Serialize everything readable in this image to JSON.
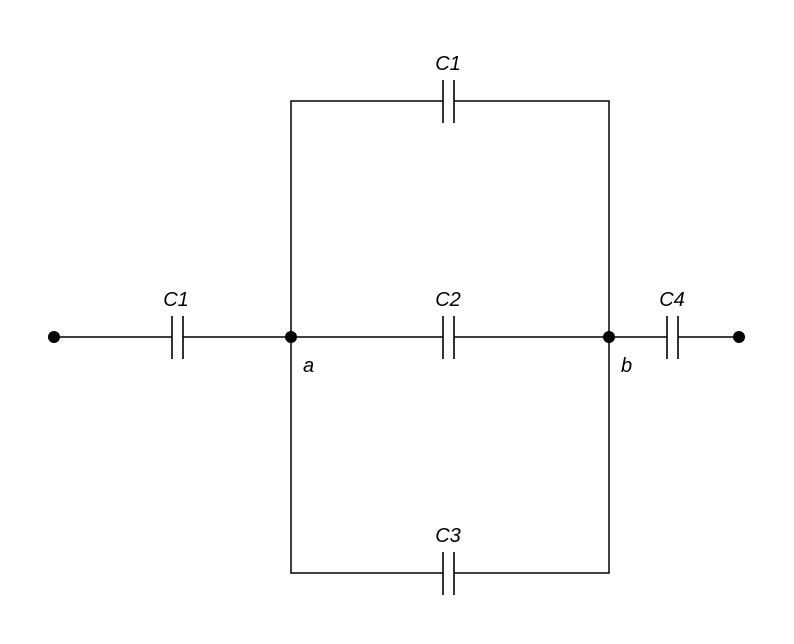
{
  "capacitors": {
    "left": "C1",
    "top": "C1",
    "middle": "C2",
    "bottom": "C3",
    "right": "C4"
  },
  "nodes": {
    "a": "a",
    "b": "b"
  }
}
